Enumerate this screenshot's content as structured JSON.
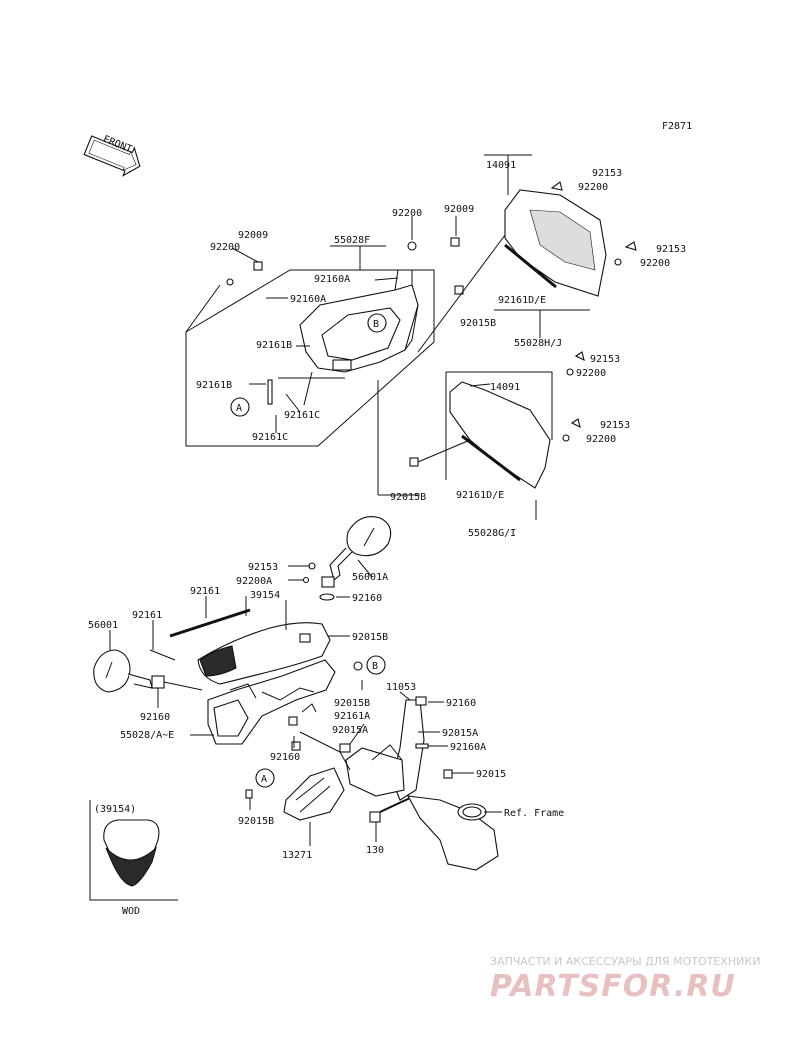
{
  "figure_code": "F2871",
  "front_label": "FRONT",
  "callouts": {
    "A": "A",
    "B": "B"
  },
  "labels": {
    "l14091_top": "14091",
    "l92153_a": "92153",
    "l92200_a": "92200",
    "l92153_b": "92153",
    "l92200_b": "92200",
    "l92200_c": "92200",
    "l92009_a": "92009",
    "l92009_b": "92009",
    "l92200_d": "92200",
    "l55028F": "55028F",
    "l92160A_a": "92160A",
    "l92160A_b": "92160A",
    "l92015B_a": "92015B",
    "l92161DE_a": "92161D/E",
    "l55028HJ": "55028H/J",
    "l92161B_a": "92161B",
    "l92161B_b": "92161B",
    "l92161C_a": "92161C",
    "l92161C_b": "92161C",
    "l92153_c": "92153",
    "l92200_e": "92200",
    "l14091_mid": "14091",
    "l92153_d": "92153",
    "l92200_f": "92200",
    "l92015B_b": "92015B",
    "l92161DE_b": "92161D/E",
    "l55028GI": "55028G/I",
    "l92153_e": "92153",
    "l92200A": "92200A",
    "l56001A": "56001A",
    "l92161_a": "92161",
    "l39154": "39154",
    "l92160_a": "92160",
    "l92161_b": "92161",
    "l56001": "56001",
    "l92015B_c": "92015B",
    "l92015B_d": "92015B",
    "l92161A": "92161A",
    "l11053": "11053",
    "l92160_b": "92160",
    "l92015A_a": "92015A",
    "l92015A_b": "92015A",
    "l92160A_c": "92160A",
    "l92160_c": "92160",
    "l55028AE": "55028/A~E",
    "l92160_d": "92160",
    "l92015": "92015",
    "l92015B_e": "92015B",
    "lRefFrame": "Ref. Frame",
    "l13271": "13271",
    "l130": "130"
  },
  "inset": {
    "part_number": "(39154)",
    "variant": "WOD"
  },
  "watermark": {
    "tagline": "ЗАПЧАСТИ И АКСЕССУАРЫ ДЛЯ МОТОТЕХНИКИ",
    "brand": "PARTSFOR.RU"
  }
}
